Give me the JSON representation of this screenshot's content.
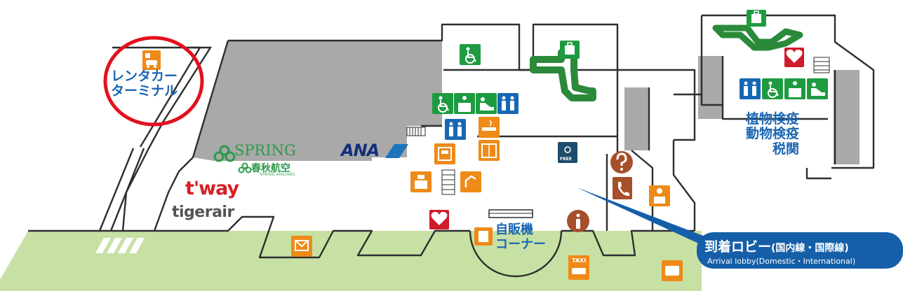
{
  "labels": {
    "rental_car_line1": "レンタカー",
    "rental_car_line2": "ターミナル",
    "quarantine_plant": "植物検疫",
    "quarantine_animal": "動物検疫",
    "customs": "税関",
    "vending_line1": "自販機",
    "vending_line2": "コーナー"
  },
  "airlines": {
    "spring_en": "SPRING",
    "spring_cn": "春秋航空",
    "spring_sub": "SPRING AIRLINES",
    "ana": "ANA",
    "tway": "t'way",
    "tigerair": "tigerair"
  },
  "callout": {
    "title_ja": "到着ロビー",
    "title_paren": "(国内線・国際線)",
    "title_en": "Arrival lobby(Domestic・International)"
  },
  "icon_text": {
    "wifi_free": "FREE",
    "taxi": "TAXI"
  },
  "colors": {
    "floor_gray": "#a9a9a9",
    "outdoor_green": "#c7e1a5",
    "wall": "#2e2e2e",
    "baggage_green": "#2a8a3a",
    "facility_green": "#1e9b40",
    "facility_blue": "#1568b3",
    "service_orange": "#ee8a18",
    "info_brown": "#a5502a",
    "aed_red": "#cf1b2b",
    "highlight_red": "#e3101e",
    "label_blue": "#1a66b3",
    "callout_blue": "#155fa8"
  },
  "highlight": {
    "target": "rental-car-terminal"
  }
}
